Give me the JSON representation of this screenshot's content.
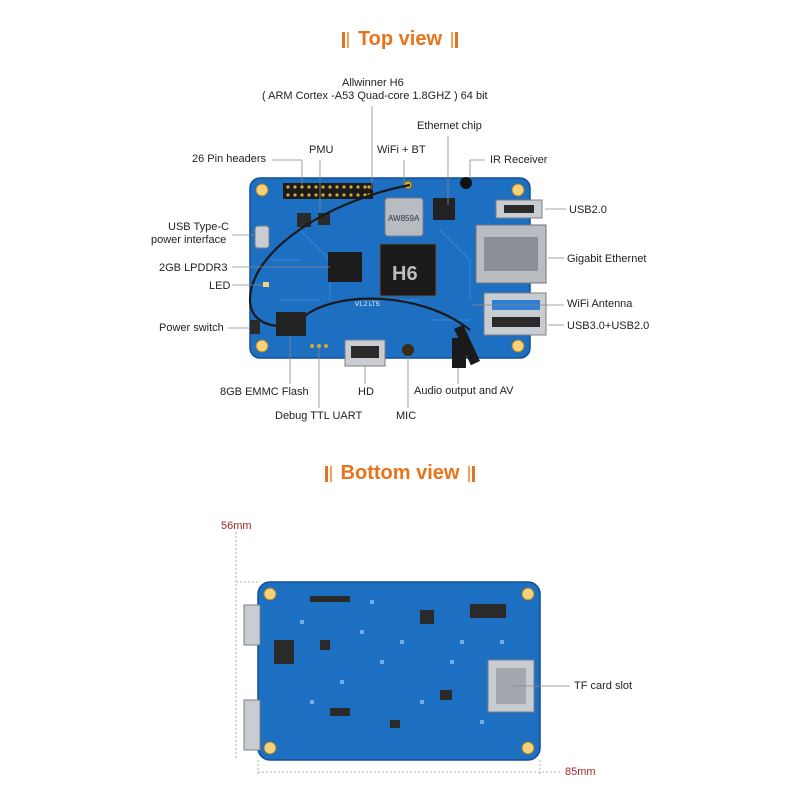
{
  "top_view": {
    "title": "Top view",
    "labels": {
      "soc_line1": "Allwinner H6",
      "soc_line2": "( ARM Cortex -A53 Quad-core 1.8GHZ ) 64 bit",
      "ethernet_chip": "Ethernet chip",
      "pin_headers": "26 Pin headers",
      "pmu": "PMU",
      "wifi_bt": "WiFi + BT",
      "ir_receiver": "IR Receiver",
      "usb2": "USB2.0",
      "usb_type_c_line1": "USB Type-C",
      "usb_type_c_line2": "power interface",
      "gigabit_ethernet": "Gigabit Ethernet",
      "lpddr3": "2GB LPDDR3",
      "led": "LED",
      "wifi_antenna": "WiFi Antenna",
      "usb3_usb2": "USB3.0+USB2.0",
      "power_switch": "Power switch",
      "emmc": "8GB EMMC Flash",
      "hd": "HD",
      "audio_av": "Audio output and AV",
      "debug_uart": "Debug TTL UART",
      "mic": "MIC"
    },
    "board_print": {
      "chip_h6": "H6",
      "wifi_module": "AW859A",
      "silk": "V1.2  LTS"
    }
  },
  "bottom_view": {
    "title": "Bottom view",
    "labels": {
      "tf_card_slot": "TF card slot"
    },
    "dimensions": {
      "height": "56mm",
      "width": "85mm"
    }
  },
  "colors": {
    "accent": "#e8731a",
    "board_blue": "#1d6fc2",
    "board_blue_dark": "#124f94",
    "dimension_red": "#a0282a",
    "leader_line": "#888888"
  }
}
